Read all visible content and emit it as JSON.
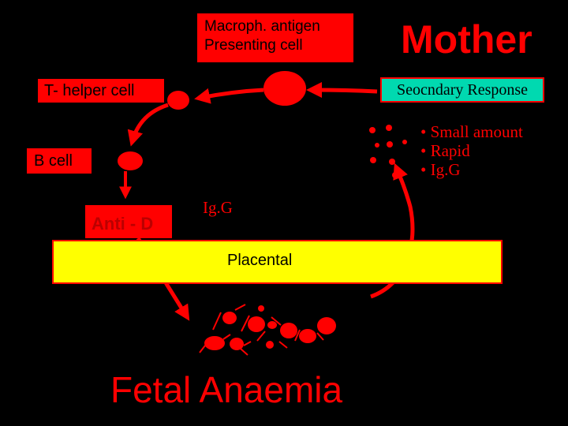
{
  "labels": {
    "macrophage": "Macroph. antigen Presenting cell",
    "mother": "Mother",
    "t_helper": "T- helper cell",
    "secondary_response": "Seocndary Response",
    "b_cell": "B cell",
    "anti_d": "Anti - D",
    "igg": "Ig.G",
    "placental": "Placental",
    "fetal_anaemia": "Fetal Anaemia"
  },
  "secondary_features": [
    "• Small amount",
    "• Rapid",
    "• Ig.G"
  ],
  "colors": {
    "background": "#000000",
    "accent_red": "#ff0000",
    "placenta_yellow": "#ffff00",
    "secondary_teal": "#00d9b0"
  }
}
